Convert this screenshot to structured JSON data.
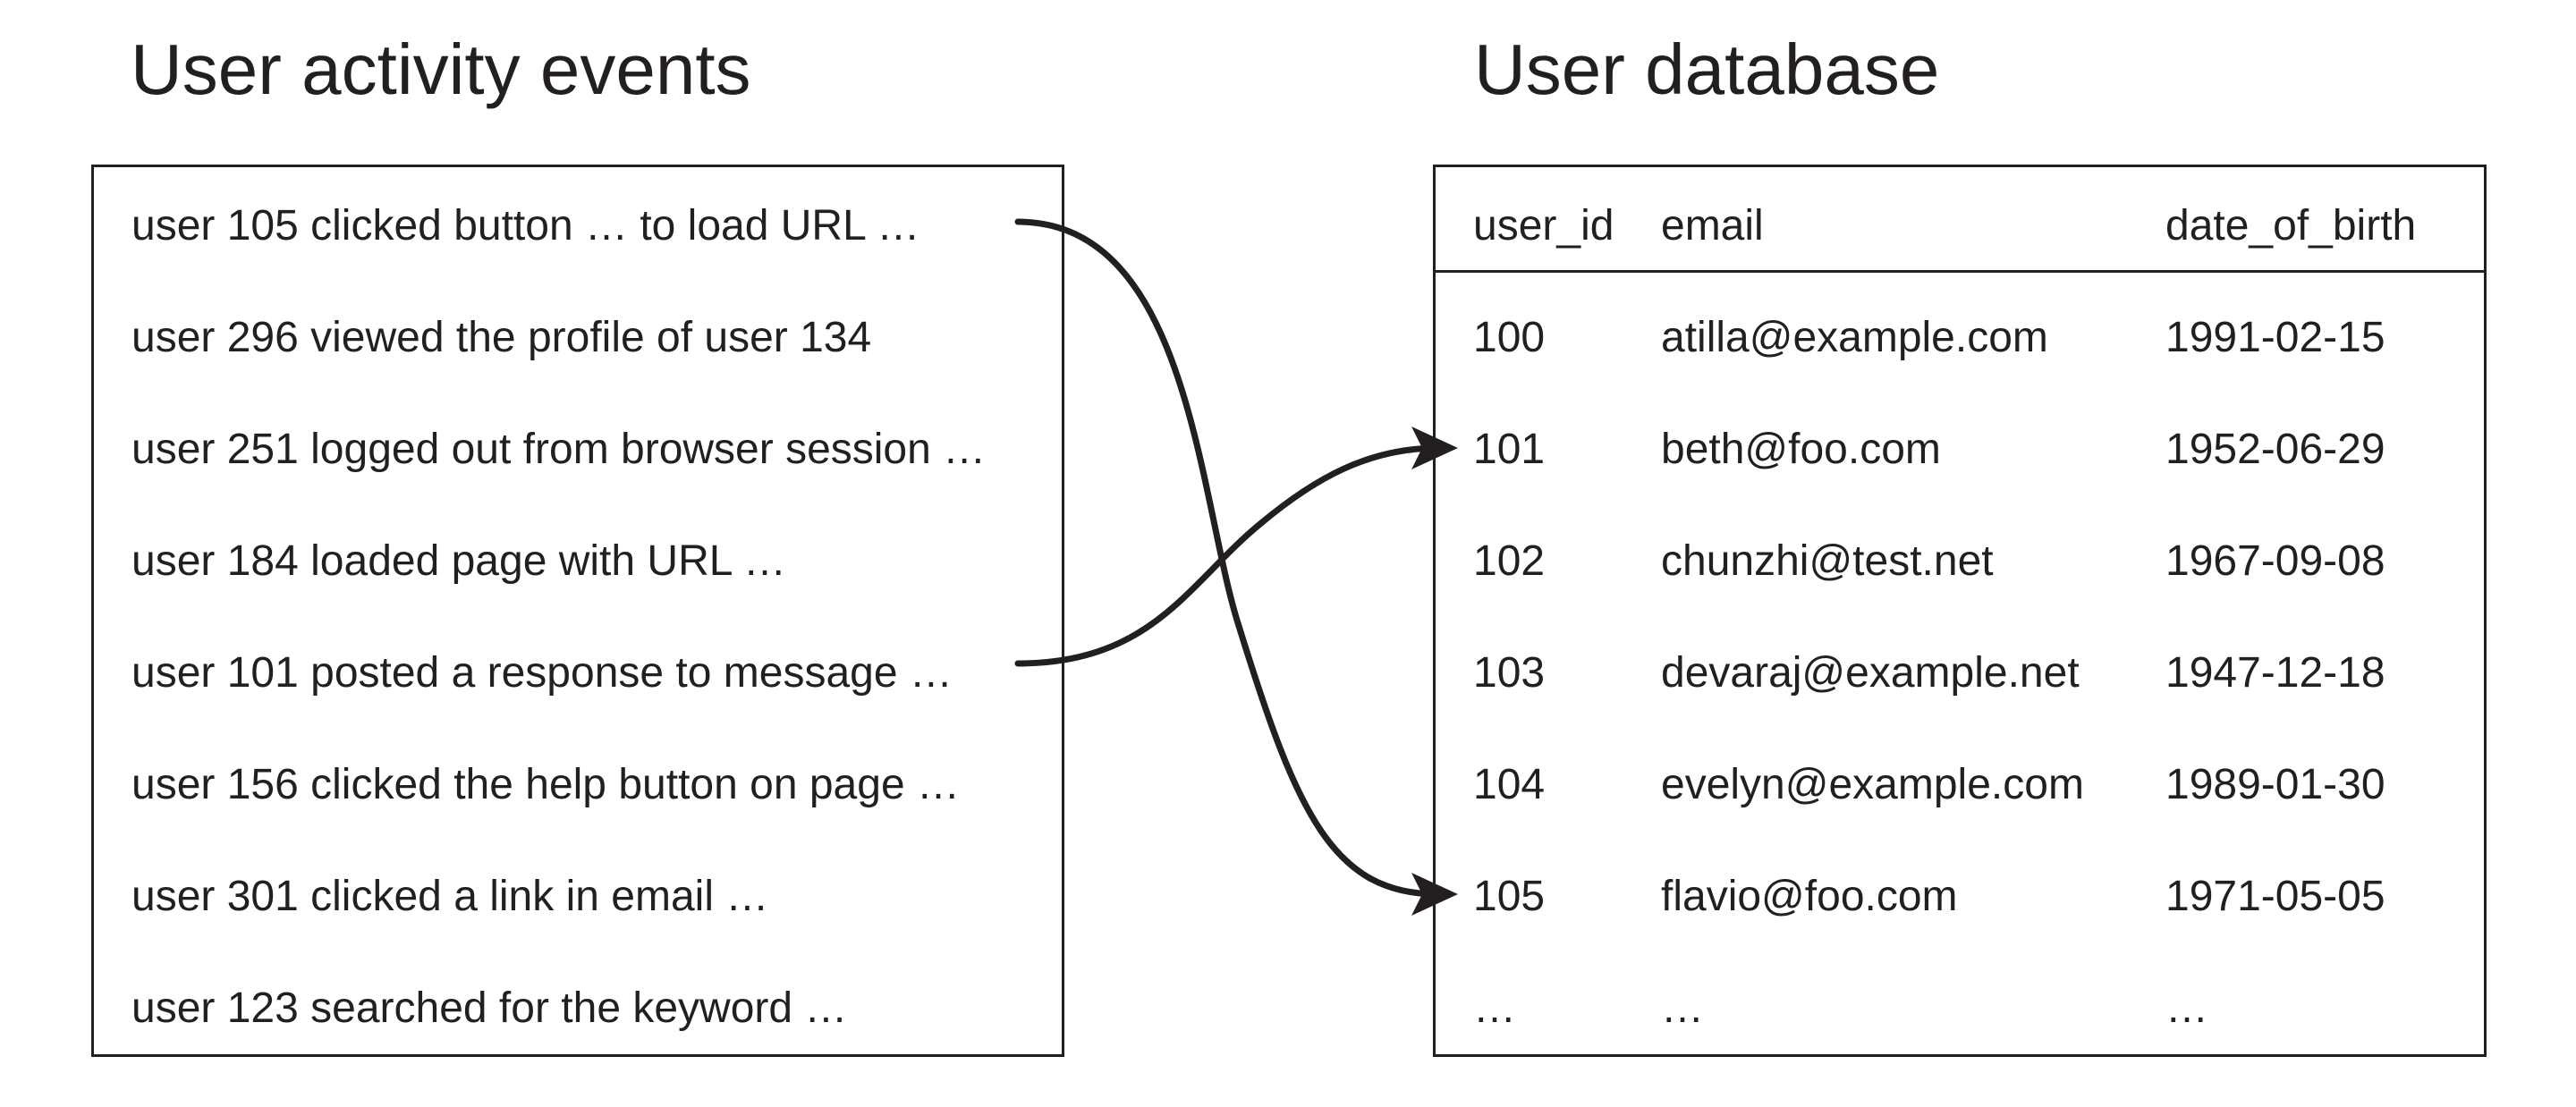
{
  "events_panel": {
    "title": "User activity events",
    "events": [
      "user 105 clicked button … to load URL …",
      "user 296 viewed the profile of user 134",
      "user 251 logged out from browser session …",
      "user 184 loaded page with URL …",
      "user 101 posted a response to message …",
      "user 156 clicked the help button on page …",
      "user 301 clicked a link in email …",
      "user 123 searched for the keyword …"
    ]
  },
  "database_panel": {
    "title": "User database",
    "columns": [
      "user_id",
      "email",
      "date_of_birth"
    ],
    "rows": [
      [
        "100",
        "atilla@example.com",
        "1991-02-15"
      ],
      [
        "101",
        "beth@foo.com",
        "1952-06-29"
      ],
      [
        "102",
        "chunzhi@test.net",
        "1967-09-08"
      ],
      [
        "103",
        "devaraj@example.net",
        "1947-12-18"
      ],
      [
        "104",
        "evelyn@example.com",
        "1989-01-30"
      ],
      [
        "105",
        "flavio@foo.com",
        "1971-05-05"
      ],
      [
        "…",
        "…",
        "…"
      ]
    ]
  },
  "links": [
    {
      "from_event": 0,
      "to_row": 5
    },
    {
      "from_event": 4,
      "to_row": 1
    }
  ],
  "colors": {
    "ink": "#231f20",
    "background": "#ffffff"
  }
}
